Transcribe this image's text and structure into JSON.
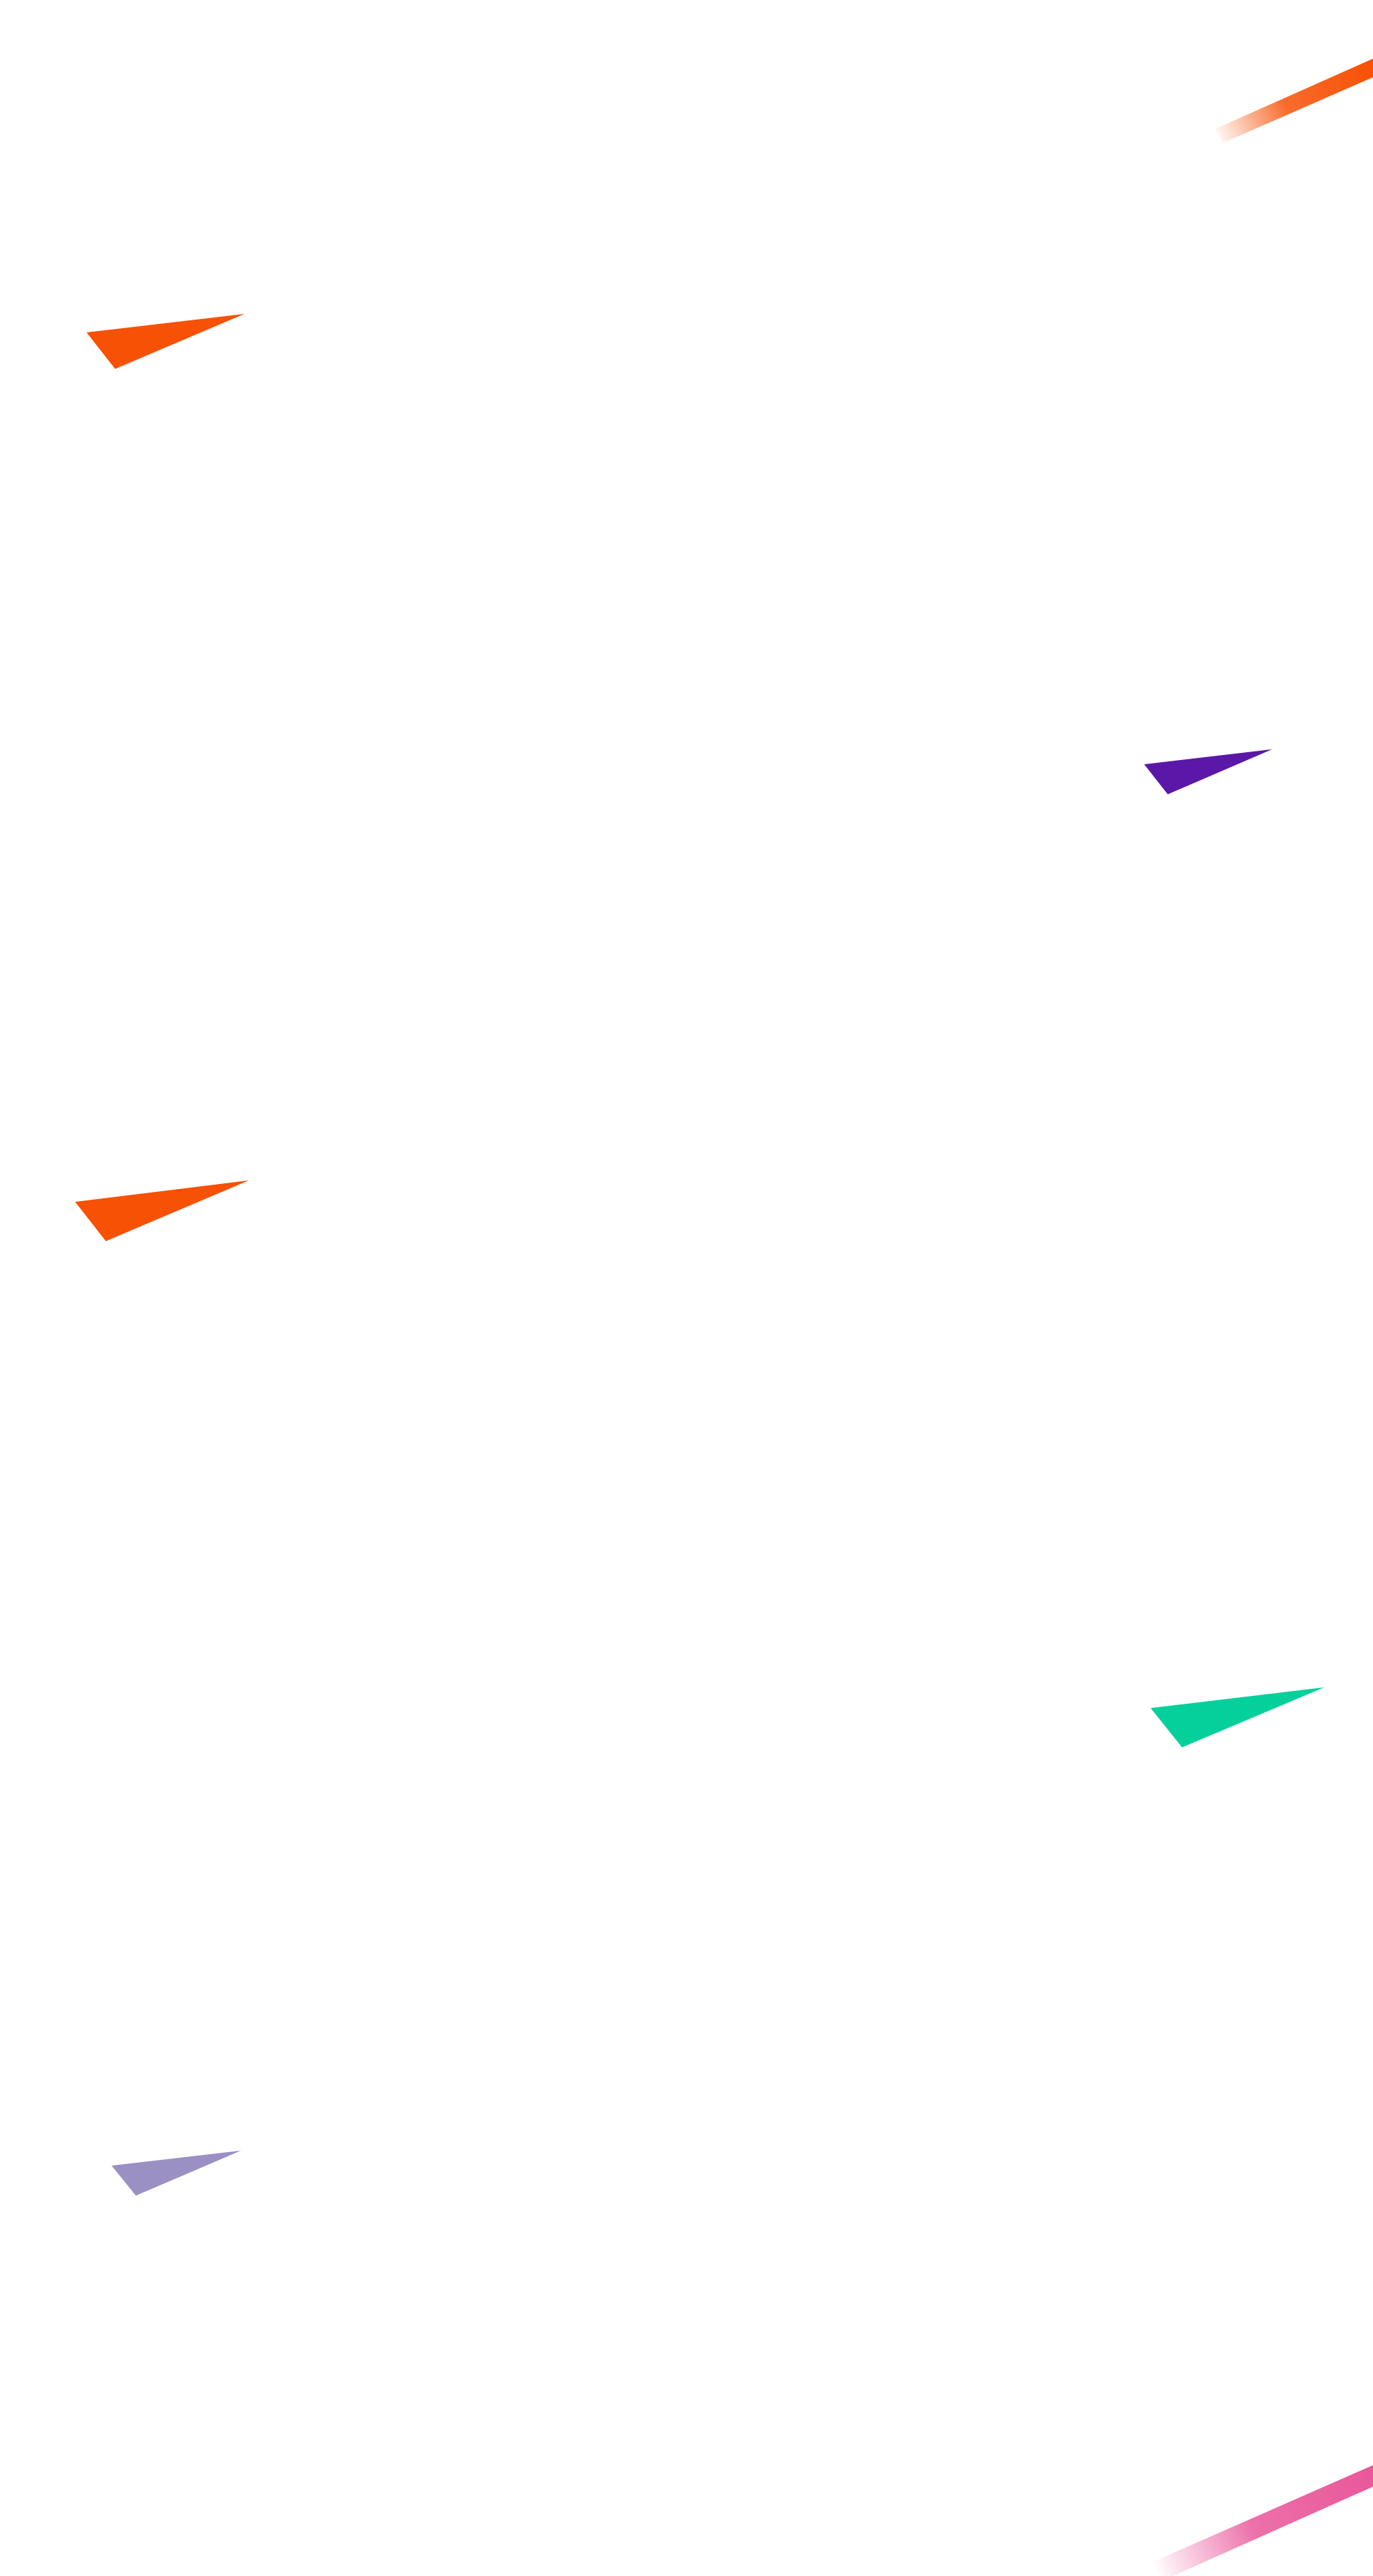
{
  "page": {
    "background": "#ffffff"
  },
  "colors": {
    "orange": "#f75106",
    "purple": "#5b17a8",
    "green": "#05d09c",
    "lavender": "#9a90c4",
    "pink": "#e9579a"
  },
  "decorations": [
    {
      "kind": "triangle",
      "color": "orange"
    },
    {
      "kind": "triangle",
      "color": "purple"
    },
    {
      "kind": "triangle",
      "color": "orange"
    },
    {
      "kind": "triangle",
      "color": "green"
    },
    {
      "kind": "triangle",
      "color": "lavender"
    },
    {
      "kind": "gradient-streak",
      "color": "orange"
    },
    {
      "kind": "gradient-streak",
      "color": "pink"
    }
  ]
}
